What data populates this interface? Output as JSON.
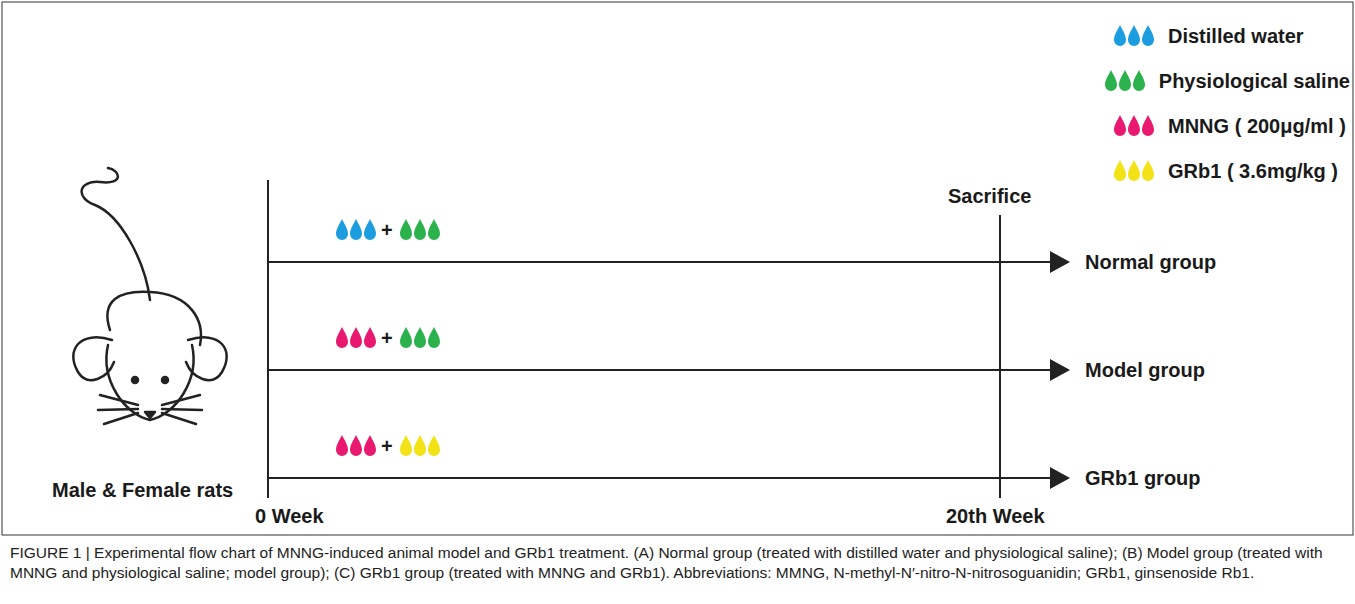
{
  "diagram": {
    "caption": "FIGURE 1 | Experimental flow chart of MNNG-induced animal model and GRb1 treatment. (A) Normal group (treated with distilled water and physiological saline); (B) Model group (treated with MNNG and physiological saline; model group); (C) GRb1 group (treated with MNNG and GRb1). Abbreviations: MMNG, N-methyl-N′-nitro-N-nitrosoguanidin; GRb1, ginsenoside Rb1.",
    "labels": [
      "Sacrifice",
      "+",
      "Normal group",
      "+",
      "Model group",
      "+",
      "GRb1 group",
      "Male & Female rats",
      "0 Week",
      "20th Week"
    ],
    "legend": [
      {
        "text": "Distilled water",
        "color": "#1b9ddf"
      },
      {
        "text": "Physiological saline",
        "color": "#2bb24c"
      },
      {
        "text": "MNNG ( 200μg/ml )",
        "color": "#e8196f"
      },
      {
        "text": "GRb1 ( 3.6mg/kg )",
        "color": "#f3e316"
      }
    ]
  }
}
